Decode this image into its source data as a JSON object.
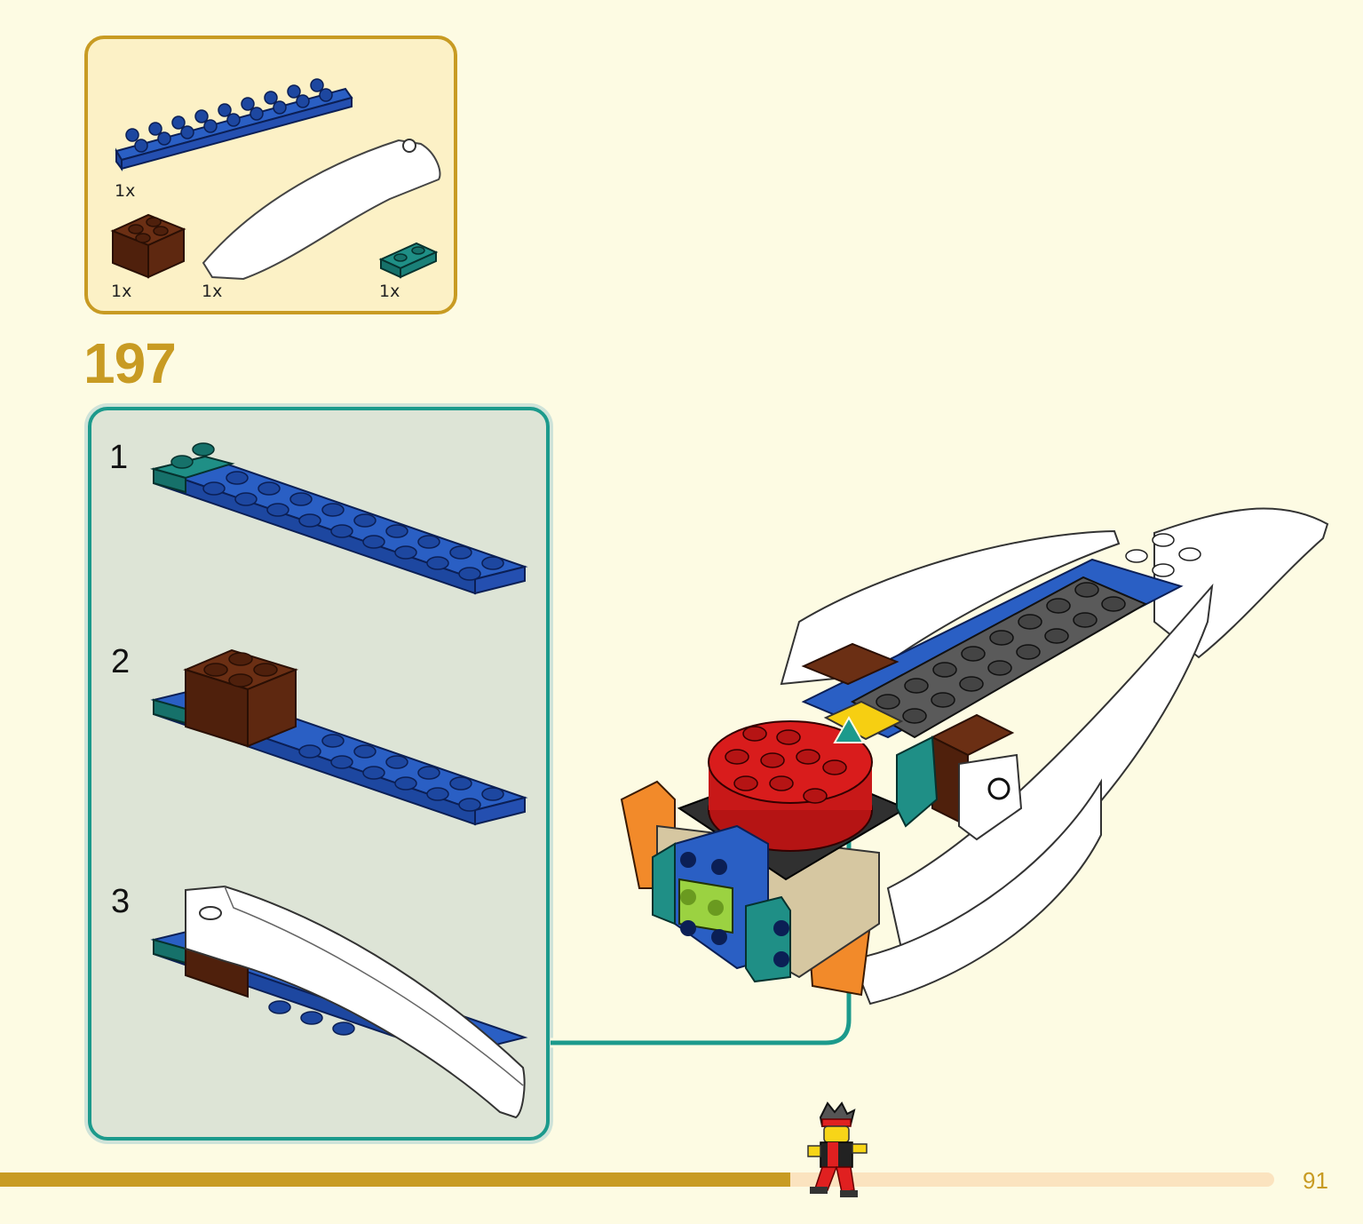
{
  "parts_list": {
    "items": [
      {
        "part": "blue plate 2x10",
        "qty": "1x"
      },
      {
        "part": "brown brick 2x2",
        "qty": "1x"
      },
      {
        "part": "white curved slope",
        "qty": "1x"
      },
      {
        "part": "teal plate 1x2",
        "qty": "1x"
      }
    ]
  },
  "step": {
    "number": "197"
  },
  "substeps": [
    {
      "number": "1"
    },
    {
      "number": "2"
    },
    {
      "number": "3"
    }
  ],
  "progress": {
    "fraction": 0.62
  },
  "page": {
    "number": "91"
  },
  "colors": {
    "accent_gold": "#c89b23",
    "callout_teal": "#1c9a8c",
    "brick_blue": "#2a5fc4",
    "brick_brown": "#6b2f14",
    "brick_teal": "#1f8f86",
    "brick_red": "#d91c1c"
  }
}
